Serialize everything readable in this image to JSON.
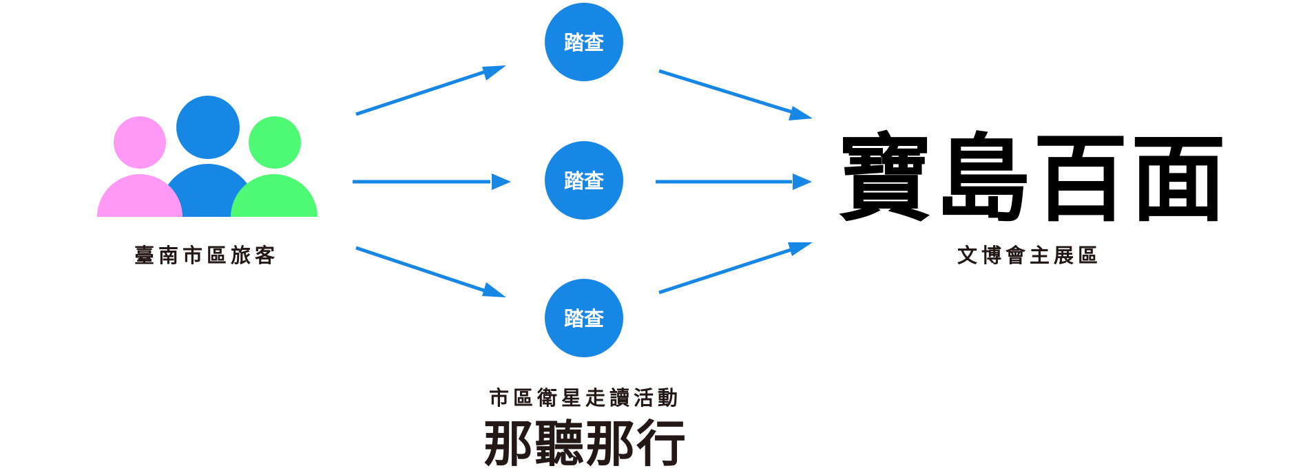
{
  "source": {
    "label": "臺南市區旅客"
  },
  "nodes": [
    {
      "label": "踏查"
    },
    {
      "label": "踏查"
    },
    {
      "label": "踏查"
    }
  ],
  "destination": {
    "title": "寶島百面",
    "subtitle": "文博會主展區"
  },
  "activity": {
    "subtitle": "市區衛星走讀活動",
    "title": "那聽那行"
  },
  "colors": {
    "blue": "#1787E5",
    "pink": "#FF99F5",
    "green": "#4EFA73",
    "text": "#231815"
  }
}
